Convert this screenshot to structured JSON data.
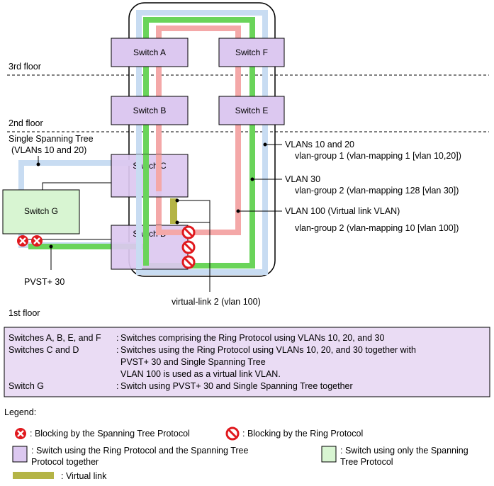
{
  "colors": {
    "ring_switch_fill": "#dcc8f0",
    "stp_switch_fill": "#d8f5d2",
    "vlan_10_20_line": "#c8dcf2",
    "vlan_30_line": "#6ad45a",
    "vlan_100_line": "#f4a8a8",
    "virtual_link": "#b4b446",
    "ring_block": "#e0191e",
    "table_fill": "#eadcf4"
  },
  "floors": {
    "third": "3rd floor",
    "second": "2nd floor",
    "first": "1st floor"
  },
  "switches": {
    "a": "Switch A",
    "b": "Switch B",
    "c": "Switch C",
    "d": "Switch D",
    "e": "Switch E",
    "f": "Switch F",
    "g": "Switch G"
  },
  "labels": {
    "sst_line1": "Single Spanning Tree",
    "sst_line2": "(VLANs 10 and 20)",
    "pvst": "PVST+ 30",
    "virtual_link": "virtual-link 2 (vlan 100)",
    "vlan1020_line1": "VLANs 10 and 20",
    "vlan1020_line2": "vlan-group 1 (vlan-mapping 1 [vlan 10,20])",
    "vlan30_line1": "VLAN 30",
    "vlan30_line2": "vlan-group 2 (vlan-mapping 128 [vlan 30])",
    "vlan100_line1": "VLAN 100 (Virtual link VLAN)",
    "vlan100_line2": "vlan-group 2 (vlan-mapping 10 [vlan 100])"
  },
  "table": {
    "rows": [
      {
        "key": "Switches A, B, E, and F",
        "lines": [
          "Switches comprising the Ring Protocol using VLANs 10, 20, and 30"
        ]
      },
      {
        "key": "Switches C and D",
        "lines": [
          "Switches using the Ring Protocol using VLANs 10, 20, and 30 together with",
          "PVST+ 30 and Single Spanning Tree",
          "VLAN 100 is used as a virtual link VLAN."
        ]
      },
      {
        "key": "Switch G",
        "lines": [
          "Switch using PVST+ 30 and Single Spanning Tree together"
        ]
      }
    ]
  },
  "legend": {
    "title": "Legend:",
    "stp_block": ": Blocking by the Spanning Tree Protocol",
    "ring_block": ": Blocking by the Ring Protocol",
    "ring_stp_switch_line1": ": Switch using the Ring Protocol and the Spanning Tree",
    "ring_stp_switch_line2": "Protocol together",
    "stp_switch_line1": ": Switch using only the Spanning",
    "stp_switch_line2": "Tree Protocol",
    "virtual_link": ": Virtual link"
  }
}
